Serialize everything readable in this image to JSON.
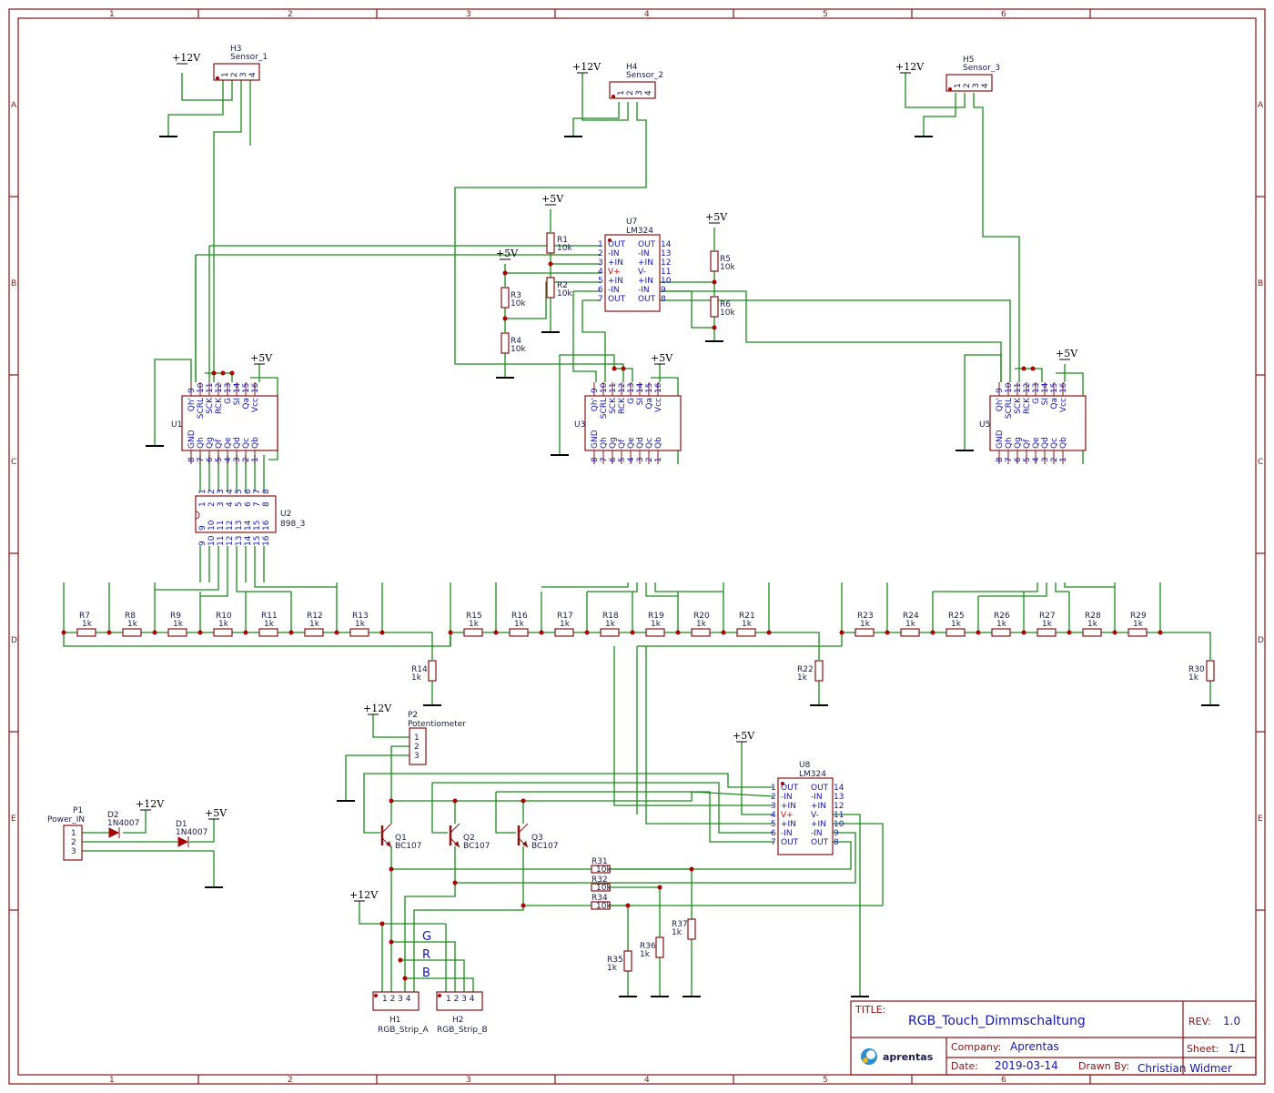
{
  "frame": {
    "columns": [
      "1",
      "2",
      "3",
      "4",
      "5",
      "6"
    ],
    "rows": [
      "A",
      "B",
      "C",
      "D",
      "E"
    ]
  },
  "power": {
    "v12": "+12V",
    "v5": "+5V"
  },
  "sensors": [
    {
      "ref": "H3",
      "value": "Sensor_1"
    },
    {
      "ref": "H4",
      "value": "Sensor_2"
    },
    {
      "ref": "H5",
      "value": "Sensor_3"
    }
  ],
  "sensor_pins": [
    "1",
    "2",
    "3",
    "4"
  ],
  "shift_register": {
    "refs": [
      "U1",
      "U3",
      "U5"
    ],
    "top_pins": [
      "9",
      "10",
      "11",
      "12",
      "13",
      "14",
      "15",
      "16"
    ],
    "top_names": [
      "Qh'",
      "SCRL",
      "SCK",
      "RCK",
      "G",
      "SI",
      "Qa",
      "Vcc"
    ],
    "bottom_pins": [
      "8",
      "7",
      "6",
      "5",
      "4",
      "3",
      "2",
      "1"
    ],
    "bottom_names": [
      "GND",
      "Qh",
      "Qg",
      "Qf",
      "Qe",
      "Qd",
      "Qc",
      "Qb"
    ]
  },
  "network": {
    "ref": "U2",
    "value": "898_3",
    "top_pins": [
      "1",
      "2",
      "3",
      "4",
      "5",
      "6",
      "7",
      "8"
    ],
    "bottom_pins": [
      "9",
      "10",
      "11",
      "12",
      "13",
      "14",
      "15",
      "16"
    ]
  },
  "opamp_u7": {
    "ref": "U7",
    "value": "LM324",
    "left_pins": [
      "1",
      "2",
      "3",
      "4",
      "5",
      "6",
      "7"
    ],
    "left_names": [
      "OUT",
      "-IN",
      "+IN",
      "V+",
      "+IN",
      "-IN",
      "OUT"
    ],
    "right_pins": [
      "14",
      "13",
      "12",
      "11",
      "10",
      "9",
      "8"
    ],
    "right_names": [
      "OUT",
      "-IN",
      "+IN",
      "V-",
      "+IN",
      "-IN",
      "OUT"
    ]
  },
  "opamp_u8": {
    "ref": "U8",
    "value": "LM324"
  },
  "resistors_10k": [
    {
      "ref": "R1",
      "value": "10k"
    },
    {
      "ref": "R2",
      "value": "10k"
    },
    {
      "ref": "R3",
      "value": "10k"
    },
    {
      "ref": "R4",
      "value": "10k"
    },
    {
      "ref": "R5",
      "value": "10k"
    },
    {
      "ref": "R6",
      "value": "10k"
    }
  ],
  "ladder": [
    {
      "ref": "R7",
      "value": "1k"
    },
    {
      "ref": "R8",
      "value": "1k"
    },
    {
      "ref": "R9",
      "value": "1k"
    },
    {
      "ref": "R10",
      "value": "1k"
    },
    {
      "ref": "R11",
      "value": "1k"
    },
    {
      "ref": "R12",
      "value": "1k"
    },
    {
      "ref": "R13",
      "value": "1k"
    },
    {
      "ref": "R15",
      "value": "1k"
    },
    {
      "ref": "R16",
      "value": "1k"
    },
    {
      "ref": "R17",
      "value": "1k"
    },
    {
      "ref": "R18",
      "value": "1k"
    },
    {
      "ref": "R19",
      "value": "1k"
    },
    {
      "ref": "R20",
      "value": "1k"
    },
    {
      "ref": "R21",
      "value": "1k"
    },
    {
      "ref": "R23",
      "value": "1k"
    },
    {
      "ref": "R24",
      "value": "1k"
    },
    {
      "ref": "R25",
      "value": "1k"
    },
    {
      "ref": "R26",
      "value": "1k"
    },
    {
      "ref": "R27",
      "value": "1k"
    },
    {
      "ref": "R28",
      "value": "1k"
    },
    {
      "ref": "R29",
      "value": "1k"
    }
  ],
  "ladder_shunts": [
    {
      "ref": "R14",
      "value": "1k"
    },
    {
      "ref": "R22",
      "value": "1k"
    },
    {
      "ref": "R30",
      "value": "1k"
    }
  ],
  "potentiometer": {
    "ref": "P2",
    "value": "Potentiometer",
    "pins": [
      "1",
      "2",
      "3"
    ]
  },
  "power_in": {
    "ref": "P1",
    "value": "Power_IN",
    "pins": [
      "1",
      "2",
      "3"
    ]
  },
  "diodes": [
    {
      "ref": "D2",
      "value": "1N4007"
    },
    {
      "ref": "D1",
      "value": "1N4007"
    }
  ],
  "transistors": [
    {
      "ref": "Q1",
      "value": "BC107"
    },
    {
      "ref": "Q2",
      "value": "BC107"
    },
    {
      "ref": "Q3",
      "value": "BC107"
    }
  ],
  "bottom_resistors": [
    {
      "ref": "R31",
      "value": "10k"
    },
    {
      "ref": "R32",
      "value": "10k"
    },
    {
      "ref": "R34",
      "value": "10k"
    },
    {
      "ref": "R35",
      "value": "1k"
    },
    {
      "ref": "R36",
      "value": "1k"
    },
    {
      "ref": "R37",
      "value": "1k"
    }
  ],
  "strips": [
    {
      "ref": "H1",
      "value": "RGB_Strip_A"
    },
    {
      "ref": "H2",
      "value": "RGB_Strip_B"
    }
  ],
  "channel_labels": [
    "G",
    "R",
    "B"
  ],
  "title_block": {
    "title_label": "TITLE:",
    "title": "RGB_Touch_Dimmschaltung",
    "rev_label": "REV:",
    "rev": "1.0",
    "company_label": "Company:",
    "company": "Aprentas",
    "sheet_label": "Sheet:",
    "sheet": "1/1",
    "date_label": "Date:",
    "date": "2019-03-14",
    "drawn_label": "Drawn By:",
    "drawn": "Christian Widmer",
    "logo_text": "aprentas"
  }
}
